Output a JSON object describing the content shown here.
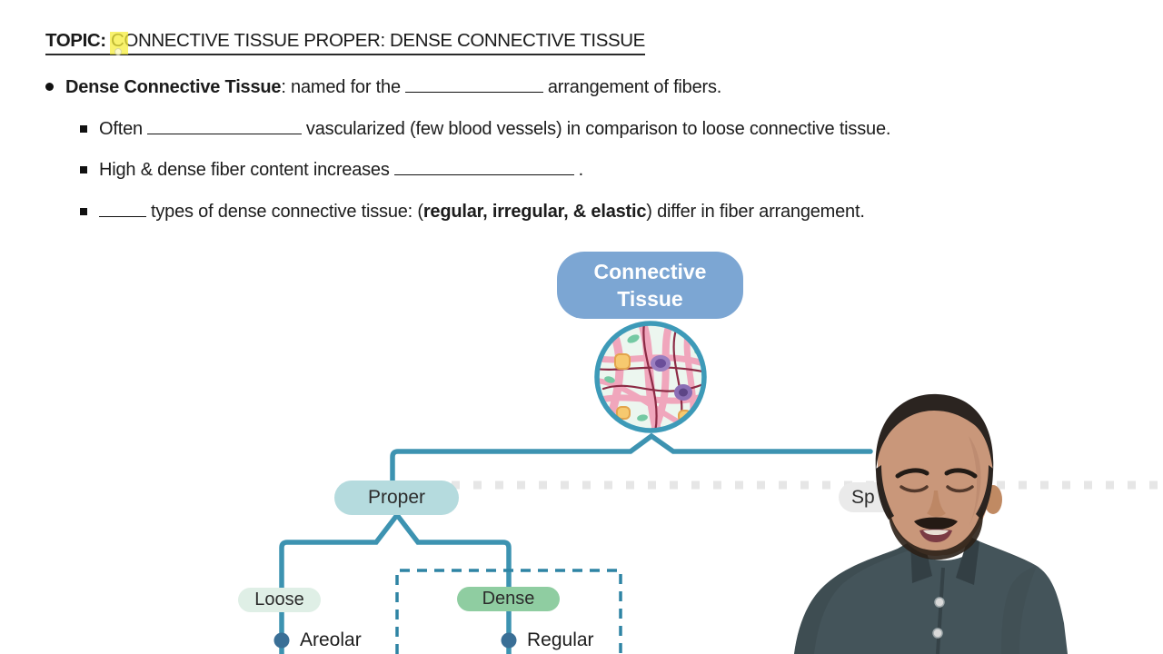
{
  "slide": {
    "topic_label": "TOPIC:",
    "topic_title": "CONNECTIVE TISSUE PROPER: DENSE CONNECTIVE TISSUE",
    "bullet": {
      "term": "Dense Connective Tissue",
      "mid": ": named for the",
      "tail": "arrangement of fibers."
    },
    "sub_bullets": [
      {
        "pre": "Often",
        "tail": "vascularized (few blood vessels) in comparison to loose connective tissue."
      },
      {
        "pre": "High & dense fiber content increases",
        "tail": "."
      },
      {
        "pre": "",
        "mid": "types of dense connective tissue: (",
        "emph": "regular, irregular, & elastic",
        "tail": ") differ in fiber arrangement."
      }
    ]
  },
  "diagram": {
    "root_line1": "Connective",
    "root_line2": "Tissue",
    "proper_label": "Proper",
    "specialized_visible_label": "Sp",
    "loose_label": "Loose",
    "dense_label": "Dense",
    "areolar_label": "Areolar",
    "regular_label": "Regular"
  },
  "colors": {
    "line_teal": "#3D93B1",
    "dashed_teal": "#2E84A4",
    "root_blue": "#7CA6D3",
    "proper_fill": "#B5DBDE",
    "loose_fill": "#DFEFE6",
    "dense_fill": "#8FCDA1",
    "node_dot_blue": "#3A6F96",
    "micro_circle_border": "#3D9AB8",
    "highlight_yellow": "#F5ED3C"
  }
}
